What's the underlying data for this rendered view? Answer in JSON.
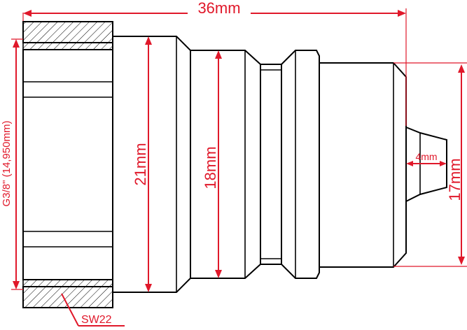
{
  "colors": {
    "dimension": "#e0182a",
    "outline": "#000000",
    "background": "#ffffff"
  },
  "dimensions": {
    "overall_length": "36mm",
    "thread": "G3/8\" (14,950mm)",
    "hex_diameter": "21mm",
    "body_diameter": "18mm",
    "bore": "4mm",
    "nose_diameter": "17mm",
    "wrench": "SW22"
  }
}
